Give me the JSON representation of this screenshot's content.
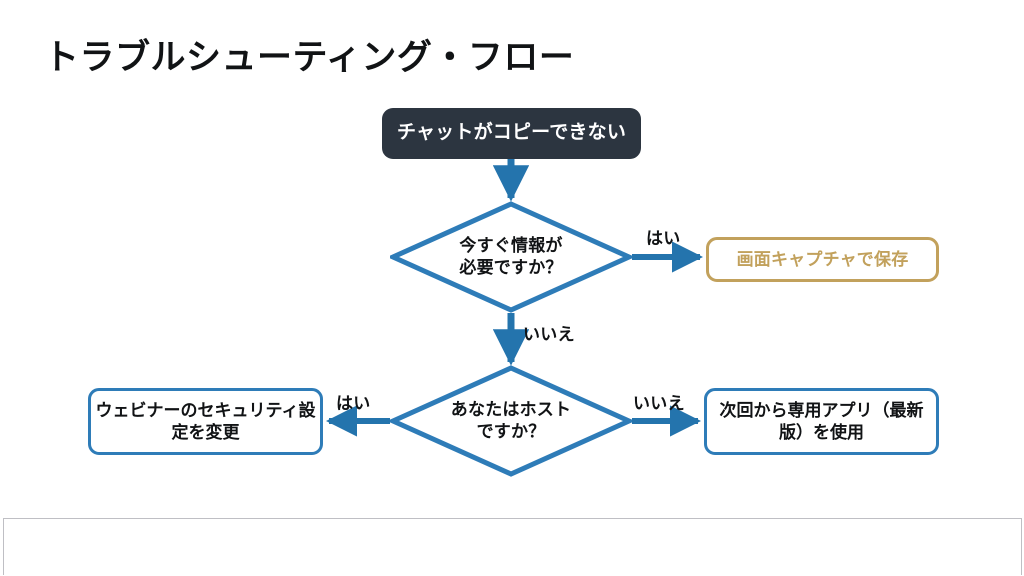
{
  "slide": {
    "title": "トラブルシューティング・フロー",
    "background_color": "#ffffff"
  },
  "colors": {
    "start_fill": "#2c3540",
    "start_text": "#ffffff",
    "accent_blue": "#2e7cb8",
    "accent_gold": "#c2a15c",
    "body_text": "#111315",
    "panel_border": "#bfbfc4"
  },
  "flowchart": {
    "type": "flowchart",
    "orientation": "top-down",
    "nodes": [
      {
        "id": "start",
        "shape": "rounded-rectangle",
        "label": "チャットがコピーできない",
        "role": "problem-statement"
      },
      {
        "id": "decision-1",
        "shape": "diamond",
        "label": "今すぐ情報が\n必要ですか？",
        "line1": "今すぐ情報が",
        "line2": "必要ですか？",
        "role": "decision"
      },
      {
        "id": "outcome-capture",
        "shape": "rounded-rectangle",
        "label": "画面キャプチャで保存",
        "role": "outcome"
      },
      {
        "id": "decision-2",
        "shape": "diamond",
        "label": "あなたはホスト\nですか？",
        "line1": "あなたはホスト",
        "line2": "ですか？",
        "role": "decision"
      },
      {
        "id": "outcome-security",
        "shape": "rounded-rectangle",
        "label": "ウェビナーのセキュリティ設定を変更",
        "role": "outcome"
      },
      {
        "id": "outcome-app",
        "shape": "rounded-rectangle",
        "label": "次回から専用アプリ（最新版）を使用",
        "role": "outcome"
      }
    ],
    "edges": [
      {
        "from": "start",
        "to": "decision-1",
        "label": "",
        "direction": "down"
      },
      {
        "from": "decision-1",
        "to": "outcome-capture",
        "label": "はい",
        "direction": "right"
      },
      {
        "from": "decision-1",
        "to": "decision-2",
        "label": "いいえ",
        "direction": "down"
      },
      {
        "from": "decision-2",
        "to": "outcome-security",
        "label": "はい",
        "direction": "left"
      },
      {
        "from": "decision-2",
        "to": "outcome-app",
        "label": "いいえ",
        "direction": "right"
      }
    ]
  }
}
